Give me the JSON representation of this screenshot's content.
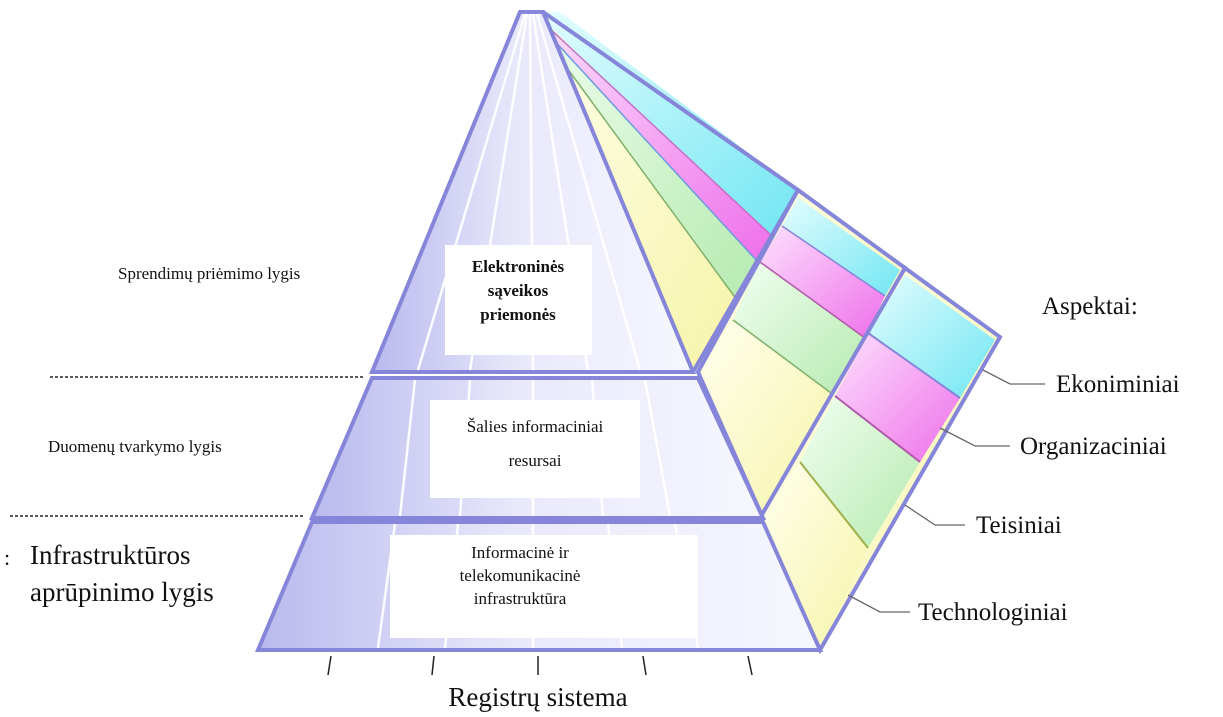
{
  "levels": {
    "decision": "Sprendimų priėmimo lygis",
    "data": "Duomenų tvarkymo lygis",
    "infrastructure": [
      "Infrastruktūros",
      "aprūpinimo lygis"
    ]
  },
  "boxes": {
    "top": [
      "Elektroninės",
      "sąveikos",
      "priemonės"
    ],
    "middle": [
      "Šalies informaciniai",
      "resursai"
    ],
    "bottom": [
      "Informacinė ir",
      "telekomunikacinė",
      "infrastruktūra"
    ]
  },
  "aspects": {
    "title": "Aspektai:",
    "items": [
      "Ekoniminiai",
      "Organizaciniai",
      "Teisiniai",
      "Technologiniai"
    ]
  },
  "base_label": "Registrų sistema",
  "colors": {
    "front_light": "#eeeeff",
    "front_mid": "#d6d6f6",
    "front_dark": "#b2b2ea",
    "outline": "#8585d9",
    "cyan": "#8eeef5",
    "magenta": "#f48df0",
    "green": "#caf2c6",
    "yellow": "#fbfac8"
  }
}
